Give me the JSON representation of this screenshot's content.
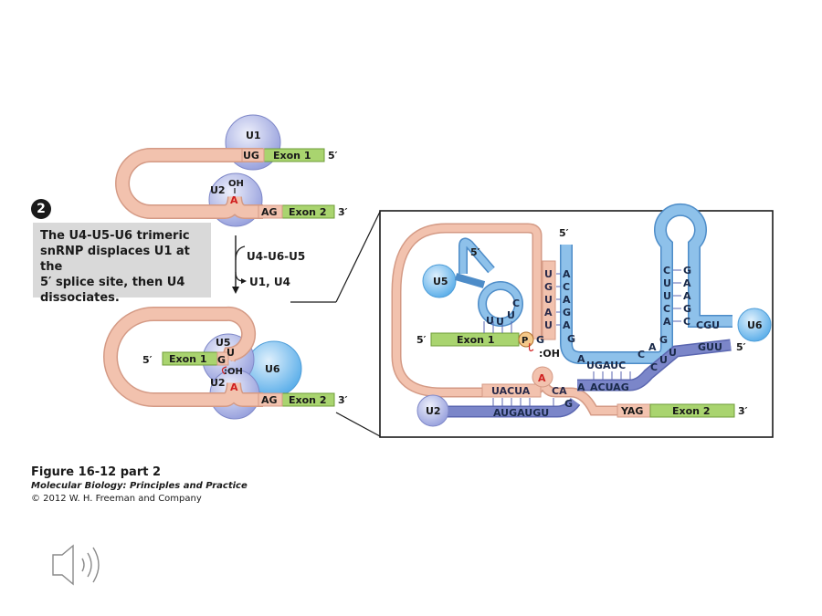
{
  "step": {
    "number": "2",
    "caption_lines": [
      "The U4-U5-U6 trimeric",
      "snRNP displaces U1 at the",
      "5′ splice site, then U4",
      "dissociates."
    ]
  },
  "arrow": {
    "in_label": "U4-U6-U5",
    "out_label": "U1, U4"
  },
  "top": {
    "u1": "U1",
    "u2": "U2",
    "oh": "OH",
    "branch_a": "A",
    "ug": "UG",
    "exon1": "Exon 1",
    "ag": "AG",
    "exon2": "Exon 2",
    "end5": "5′",
    "end3": "3′"
  },
  "mid": {
    "u5": "U5",
    "u2": "U2",
    "u6": "U6",
    "oh": ":OH",
    "branch_a": "A",
    "g": "G",
    "u": "U",
    "exon1": "Exon 1",
    "ag": "AG",
    "exon2": "Exon 2",
    "end5": "5′",
    "end3": "3′"
  },
  "detail": {
    "u5": "U5",
    "u6": "U6",
    "u2": "U2",
    "exon1": "Exon 1",
    "exon2": "Exon 2",
    "five_top": "5′",
    "five_u5": "5′",
    "five_exon1": "5′",
    "five_u6": "5′",
    "three_exon2": "3′",
    "p": "P",
    "g": "G",
    "oh": ":OH",
    "branch_a": "A",
    "yag": "YAG",
    "u5_loop": [
      "U",
      "U",
      "U",
      "C"
    ],
    "intron_left": [
      "U",
      "G",
      "U",
      "A",
      "U"
    ],
    "u6_left": [
      "A",
      "C",
      "A",
      "G",
      "A",
      "G"
    ],
    "u6_stem_left": [
      "C",
      "U",
      "U",
      "C",
      "A"
    ],
    "u6_stem_right": [
      "G",
      "A",
      "A",
      "G",
      "C"
    ],
    "cgu": "CGU",
    "guu": "GUU",
    "ugauc": "UGAUC",
    "a_before": "A",
    "acuag": "ACUAG",
    "a_after": "A",
    "diag": [
      "C",
      "A",
      "G",
      "C",
      "U",
      "U"
    ],
    "uacua": "UACUA",
    "ca": "CA",
    "augaugu": "AUGAUGU",
    "g_end": "G"
  },
  "figure": {
    "title": "Figure 16-12 part 2",
    "book": "Molecular Biology: Principles and Practice",
    "copyright": "© 2012 W. H. Freeman and Company"
  },
  "colors": {
    "intron": "#f2c2ae",
    "intron_edge": "#d49a85",
    "exon": "#a9d46f",
    "exon_edge": "#6f9c3a",
    "snrnp": "#a8b0e6",
    "u6": "#7ec3f0",
    "u6_strand": "#8ec1ea",
    "u2_strand": "#7b86c9"
  }
}
